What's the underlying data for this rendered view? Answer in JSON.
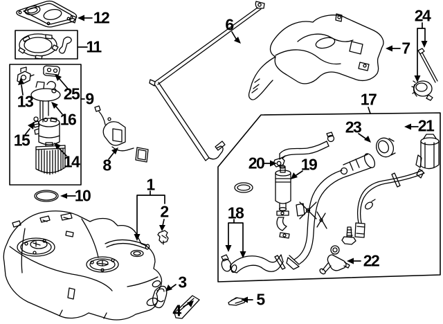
{
  "diagram": {
    "kind": "exploded-parts-diagram",
    "background_color": "#ffffff",
    "line_color": "#000000"
  },
  "callouts": {
    "c1": "1",
    "c2": "2",
    "c3": "3",
    "c4": "4",
    "c5": "5",
    "c6": "6",
    "c7": "7",
    "c8": "8",
    "c9": "9",
    "c10": "10",
    "c11": "11",
    "c12": "12",
    "c13": "13",
    "c14": "14",
    "c15": "15",
    "c16": "16",
    "c17": "17",
    "c18": "18",
    "c19": "19",
    "c20": "20",
    "c21": "21",
    "c22": "22",
    "c23": "23",
    "c24": "24",
    "c25": "25"
  }
}
